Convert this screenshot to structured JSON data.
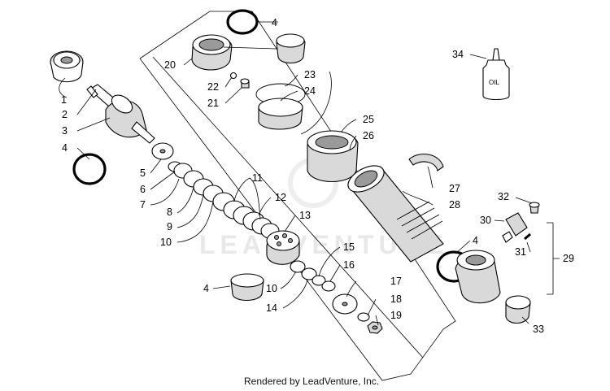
{
  "watermark": "LEADVENTURE",
  "footer": "Rendered by LeadVenture, Inc.",
  "bottle_label": "OIL",
  "callouts": {
    "c1": "1",
    "c2": "2",
    "c3": "3",
    "c4a": "4",
    "c4b": "4",
    "c4c": "4",
    "c4d": "4",
    "c5": "5",
    "c6": "6",
    "c7": "7",
    "c8": "8",
    "c9": "9",
    "c10a": "10",
    "c10b": "10",
    "c11": "11",
    "c12": "12",
    "c13": "13",
    "c14": "14",
    "c15": "15",
    "c16": "16",
    "c17": "17",
    "c18": "18",
    "c19": "19",
    "c20": "20",
    "c21": "21",
    "c22": "22",
    "c23": "23",
    "c24": "24",
    "c25": "25",
    "c26": "26",
    "c27": "27",
    "c28": "28",
    "c29": "29",
    "c30": "30",
    "c31": "31",
    "c32": "32",
    "c33": "33",
    "c34": "34"
  }
}
